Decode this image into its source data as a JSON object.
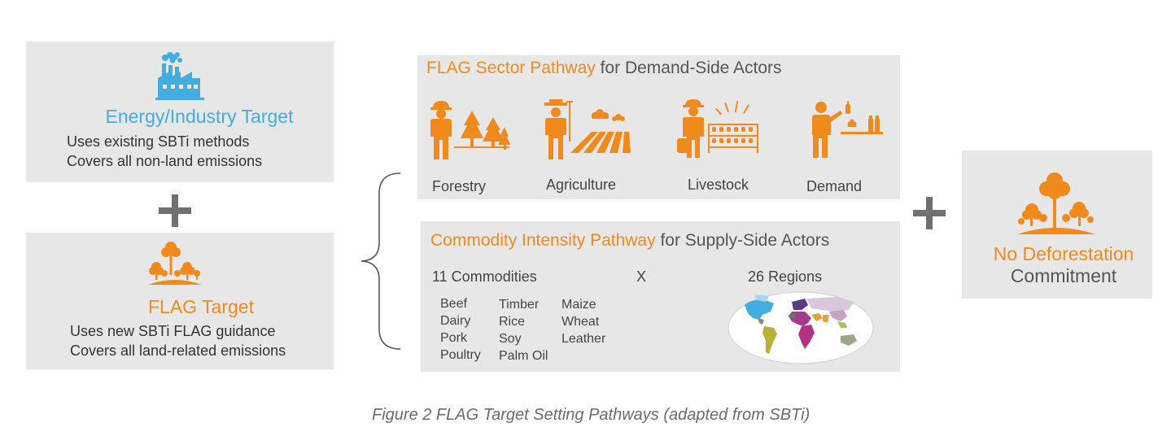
{
  "energy": {
    "title": "Energy/Industry Target",
    "line1": "Uses existing SBTi methods",
    "line2": "Covers all non-land emissions"
  },
  "flag": {
    "title": "FLAG Target",
    "line1": "Uses new SBTi FLAG guidance",
    "line2": "Covers all land-related emissions"
  },
  "sector": {
    "title_highlight": "FLAG Sector Pathway",
    "title_rest": " for Demand-Side Actors",
    "items": [
      "Forestry",
      "Agriculture",
      "Livestock",
      "Demand"
    ]
  },
  "commodity": {
    "title_highlight": "Commodity Intensity Pathway",
    "title_rest": " for Supply-Side Actors",
    "commodities_label": "11 Commodities",
    "times": "X",
    "regions_label": "26 Regions",
    "col1": [
      "Beef",
      "Dairy",
      "Pork",
      "Poultry"
    ],
    "col2": [
      "Timber",
      "Rice",
      "Soy",
      "Palm Oil"
    ],
    "col3": [
      "Maize",
      "Wheat",
      "Leather"
    ]
  },
  "deforestation": {
    "line1": "No Deforestation",
    "line2": "Commitment"
  },
  "caption": "Figure 2 FLAG Target Setting Pathways (adapted from SBTi)",
  "colors": {
    "orange": "#f08a1c",
    "blue": "#41ade0",
    "panel": "#e7e7e7",
    "plus": "#707070"
  },
  "icons": [
    "factory-icon",
    "tree-cluster-icon",
    "forester-icon",
    "farmer-icon",
    "livestock-farmer-icon",
    "consumer-icon",
    "world-map-icon"
  ]
}
